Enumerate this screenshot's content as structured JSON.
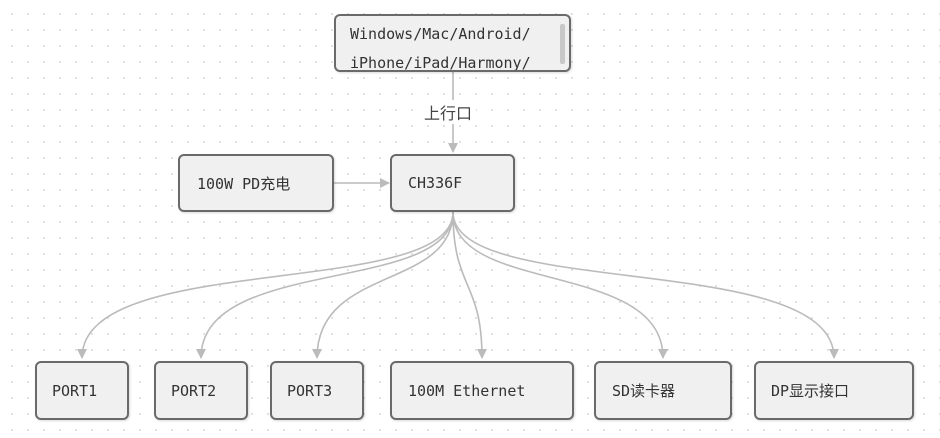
{
  "diagram": {
    "source_node": {
      "line1": "Windows/Mac/Android/",
      "line2": "iPhone/iPad/Harmony/"
    },
    "uplink_label": "上行口",
    "power_node": "100W PD充电",
    "hub_node": "CH336F",
    "outputs": [
      "PORT1",
      "PORT2",
      "PORT3",
      "100M Ethernet",
      "SD读卡器",
      "DP显示接口"
    ]
  },
  "colors": {
    "node_fill": "#f0f0f0",
    "node_border": "#6a6a6a",
    "edge": "#bbbbbb"
  }
}
